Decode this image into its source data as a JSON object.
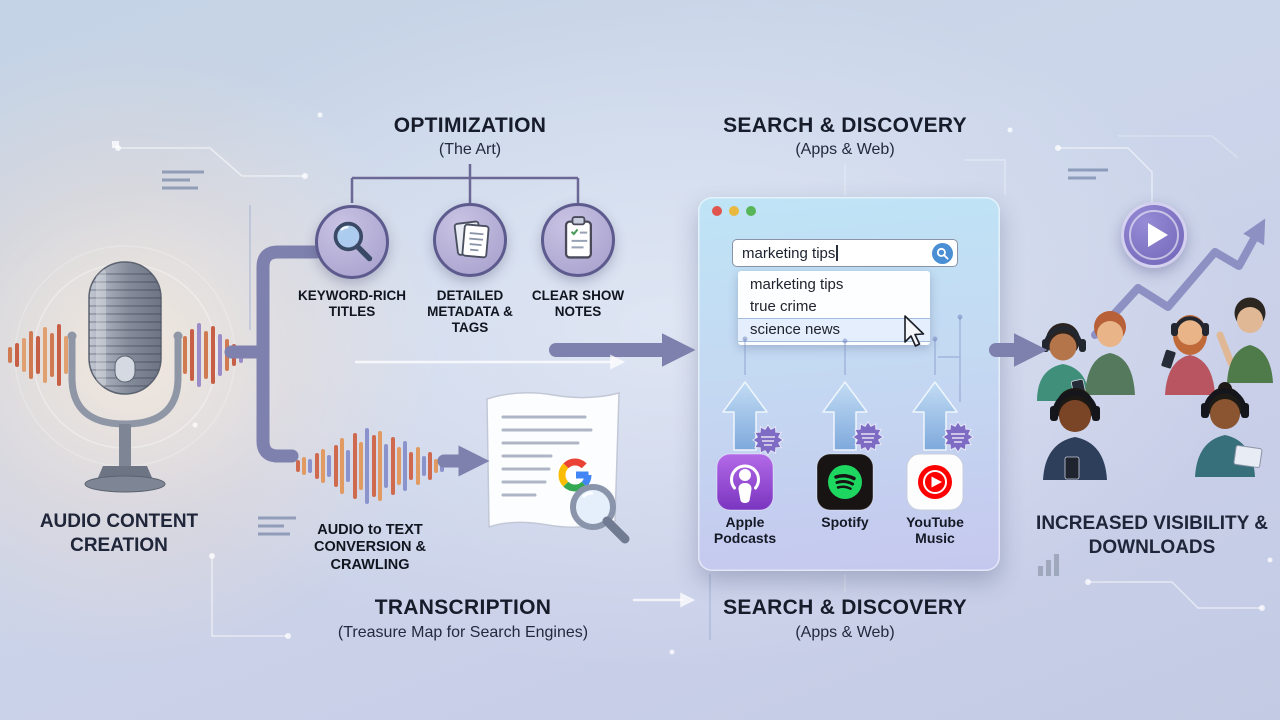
{
  "colors": {
    "flow_arrow": "#7e81ad",
    "blue_arrow": "#8fbce8",
    "search_button_blue": "#4a8fd4",
    "spotify_green": "#1ed760",
    "youtube_red": "#ff0000",
    "apple_podcasts_purple": "#8e4ad0",
    "google_blue": "#4285F4",
    "google_red": "#EA4335",
    "google_yellow": "#FBBC05",
    "google_green": "#34A853"
  },
  "creation": {
    "label": "AUDIO CONTENT CREATION"
  },
  "optimization": {
    "title": "OPTIMIZATION",
    "subtitle": "(The Art)",
    "items": [
      {
        "icon": "magnifier-icon",
        "label": "KEYWORD-RICH TITLES"
      },
      {
        "icon": "documents-icon",
        "label": "DETAILED METADATA & TAGS"
      },
      {
        "icon": "clipboard-icon",
        "label": "CLEAR SHOW NOTES"
      }
    ]
  },
  "search_discovery_top": {
    "title": "SEARCH & DISCOVERY",
    "subtitle": "(Apps & Web)"
  },
  "transcription": {
    "title": "TRANSCRIPTION",
    "subtitle": "(Treasure Map for Search Engines)",
    "conversion_label": "AUDIO to TEXT CONVERSION & CRAWLING"
  },
  "browser": {
    "search_query": "marketing tips",
    "suggestions": [
      "marketing tips",
      "true crime",
      "science news"
    ],
    "apps": [
      {
        "name": "Apple Podcasts"
      },
      {
        "name": "Spotify"
      },
      {
        "name": "YouTube Music"
      }
    ]
  },
  "search_discovery_bottom": {
    "title": "SEARCH & DISCOVERY",
    "subtitle": "(Apps & Web)"
  },
  "outcome": {
    "label": "INCREASED VISIBILITY & DOWNLOADS"
  }
}
